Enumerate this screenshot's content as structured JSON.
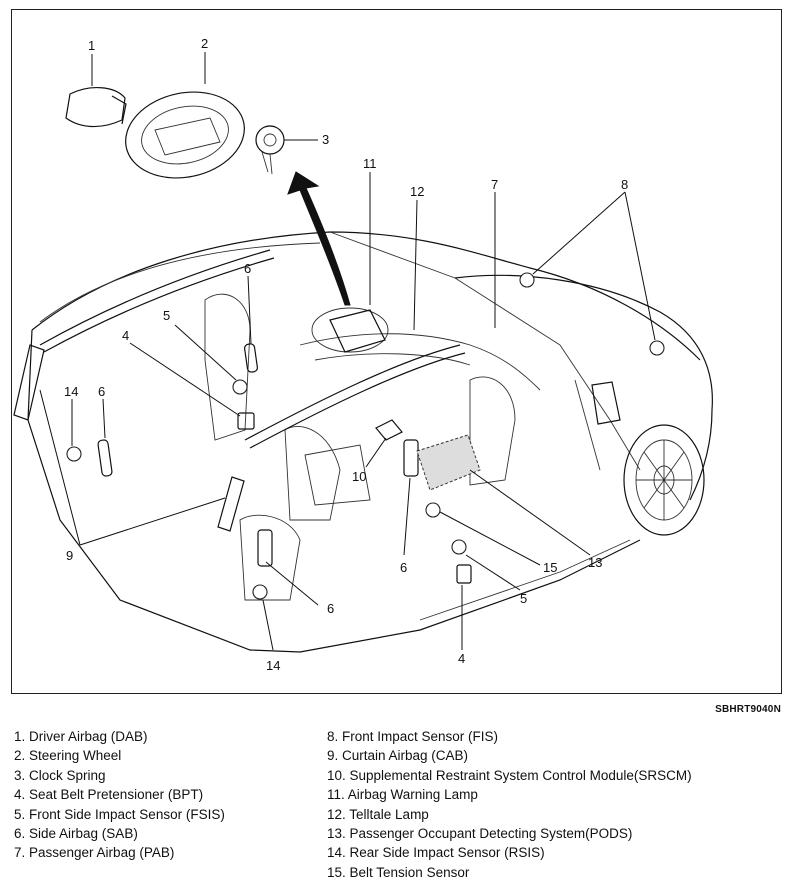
{
  "diagram": {
    "image_code": "SBHRT9040N",
    "callouts": [
      "1",
      "2",
      "3",
      "4",
      "5",
      "6",
      "7",
      "8",
      "9",
      "10",
      "11",
      "12",
      "13",
      "14",
      "15"
    ],
    "legend_left": [
      "1. Driver Airbag (DAB)",
      "2. Steering Wheel",
      "3. Clock Spring",
      "4. Seat Belt Pretensioner (BPT)",
      "5. Front Side Impact Sensor (FSIS)",
      "6. Side Airbag (SAB)",
      "7. Passenger Airbag (PAB)"
    ],
    "legend_right": [
      "8. Front Impact Sensor (FIS)",
      "9. Curtain Airbag (CAB)",
      "10. Supplemental Restraint System Control Module(SRSCM)",
      "11. Airbag Warning Lamp",
      "12. Telltale Lamp",
      "13. Passenger Occupant Detecting System(PODS)",
      "14. Rear Side Impact Sensor (RSIS)",
      "15. Belt Tension Sensor"
    ]
  }
}
